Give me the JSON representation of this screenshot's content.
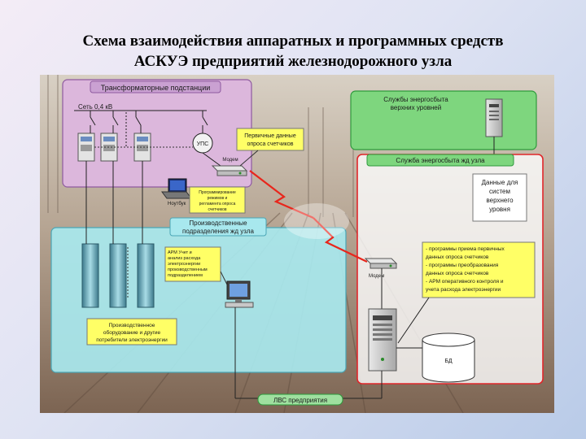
{
  "title": {
    "line1": "Схема взаимодействия аппаратных и программных средств",
    "line2": "АСКУЭ предприятий железнодорожного узла"
  },
  "diagram": {
    "substations": {
      "header": "Трансформаторные подстанции",
      "network_label": "Сеть 0,4 кВ",
      "uspd_label": "УПС",
      "modem_label": "Модем",
      "laptop_label": "Ноутбук"
    },
    "primary_data_note": [
      "Первичные данные",
      "опроса счетчиков"
    ],
    "laptop_note": [
      "Программирование",
      "режимов и",
      "регламента опроса",
      "счетчиков"
    ],
    "upper_services": {
      "header": [
        "Службы  энергосбыта",
        "верхних уровней"
      ]
    },
    "node_service": {
      "header": "Служба энергосбыта жд узла",
      "upper_data_note": [
        "Данные для",
        "систем",
        "верхнего",
        "уровня"
      ],
      "modem_label": "Модем",
      "software_note": [
        "- программы приема первичных",
        "  данных опроса счетчиков",
        "- программы преобразования",
        "  данных опроса счетчиков",
        "- АРМ оперативного контроля и",
        "  учета расхода электроэнергии"
      ],
      "db_label": "БД"
    },
    "production_units": {
      "header": [
        "Производственные",
        "подразделения жд узла"
      ],
      "arm_note": [
        "АРМ Учет и",
        "анализ расхода",
        "электроэнергии",
        "производственным",
        "подразделением"
      ],
      "equipment_note": [
        "Производственное",
        "оборудование и другие",
        "потребители электроэнергии"
      ]
    },
    "lan_label": "ЛВС предприятия"
  },
  "colors": {
    "substation_fill": "#dcb7dc",
    "substation_border": "#8e5aa0",
    "green_fill": "#7ed67e",
    "green_border": "#2e9a3c",
    "red_border": "#e0262a",
    "cyan_fill": "#a8e8ee",
    "note_fill": "#ffff66",
    "lightning": "#e8261c"
  }
}
